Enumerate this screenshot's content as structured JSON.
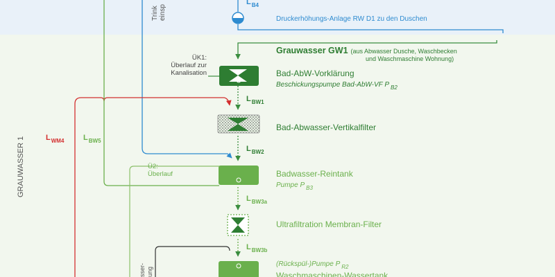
{
  "side_label": "GRAUWASSER 1",
  "top_rotated_text": [
    "Trink",
    "einsp"
  ],
  "line_labels": {
    "b4": {
      "main": "L",
      "sub": "B4"
    },
    "wm4": {
      "main": "L",
      "sub": "WM4"
    },
    "bw5": {
      "main": "L",
      "sub": "BW5"
    },
    "bw1": {
      "main": "L",
      "sub": "BW1"
    },
    "bw2": {
      "main": "L",
      "sub": "BW2"
    },
    "bw3a": {
      "main": "L",
      "sub": "BW3a"
    },
    "bw3b": {
      "main": "L",
      "sub": "BW3b"
    }
  },
  "booster": "Druckerhöhungs-Anlage RW  D1 zu den Duschen",
  "gw1": {
    "title": "Grauwasser GW1",
    "desc_line1": "(aus Abwasser Dusche, Waschbecken",
    "desc_line2": "und Waschmaschine Wohnung)"
  },
  "uk1": [
    "ÜK1:",
    "Überlauf zur",
    "Kanalisation"
  ],
  "u2": [
    "Ü2:",
    "Überlauf"
  ],
  "rotated_bottom": [
    "sser-",
    "ung"
  ],
  "steps": {
    "vorklaerung": {
      "title": "Bad-AbW-Vorklärung",
      "sub": "Beschickungspumpe Bad-AbW-VF  P",
      "sub_index": "B2"
    },
    "vertikalfilter": {
      "title": "Bad-Abwasser-Vertikalfilter"
    },
    "reintank": {
      "title": "Badwasser-Reintank",
      "sub": "Pumpe P",
      "sub_index": "B3"
    },
    "membran": {
      "title": "Ultrafiltration Membran-Filter"
    },
    "waschmaschine": {
      "pre": "(Rückspül-)Pumpe P",
      "pre_index": "R2",
      "title": "Waschmaschinen-Wassertank"
    }
  },
  "colors": {
    "top_band": "#e9f1f9",
    "panel": "#f2f7ee",
    "dark_green": "#2e7d32",
    "green": "#6ab04c",
    "light_green": "#8cc06a",
    "blue": "#2e8bd0",
    "red": "#d32f2f",
    "dark": "#333333"
  }
}
